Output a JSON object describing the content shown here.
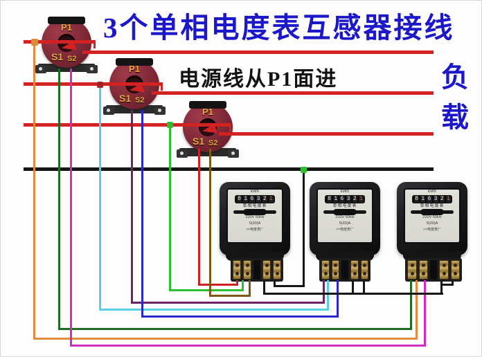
{
  "title": "3个单相电度表互感器接线",
  "subtitle": "电源线从P1面进",
  "load_label": {
    "char1": "负",
    "char2": "载"
  },
  "cts": [
    {
      "p1": "P1",
      "s1": "S1",
      "s2": "S2"
    },
    {
      "p1": "P1",
      "s1": "S1",
      "s2": "S2"
    },
    {
      "p1": "P1",
      "s1": "S1",
      "s2": "S2"
    }
  ],
  "meters": [
    {
      "kwh": "kWh",
      "digits": [
        "8",
        "1",
        "6",
        "3",
        "2",
        "1"
      ],
      "name": "单相电度表",
      "spec1": "220V  50Hz",
      "spec2": "5(20)A",
      "maker": "××电度表厂"
    },
    {
      "kwh": "kWh",
      "digits": [
        "8",
        "1",
        "6",
        "3",
        "2",
        "1"
      ],
      "name": "单相电度表",
      "spec1": "220V  50Hz",
      "spec2": "5(20)A",
      "maker": "××电度表厂"
    },
    {
      "kwh": "kWh",
      "digits": [
        "8",
        "1",
        "6",
        "3",
        "2",
        "1"
      ],
      "name": "单相电度表",
      "spec1": "220V  50Hz",
      "spec2": "5(20)A",
      "maker": "××电度表厂"
    }
  ],
  "colors": {
    "bus_red": "#d32222",
    "neutral_black": "#161616",
    "orange": "#e18a3c",
    "dark_green": "#1f6d22",
    "magenta": "#d02cc4",
    "cyan": "#55cfe2",
    "purple": "#6e2368",
    "blue": "#2b27cc",
    "bright_green": "#2fbe2f",
    "wire_red": "#cf1f1f",
    "brown": "#7b5a17",
    "title_blue": "#1c17c9",
    "ct_body": "#7e2836",
    "ct_hole": "#2e0d14",
    "label_amber": "#e7a93e",
    "meter_body": "#1c1c1e",
    "meter_face": "#d8d7cf"
  }
}
